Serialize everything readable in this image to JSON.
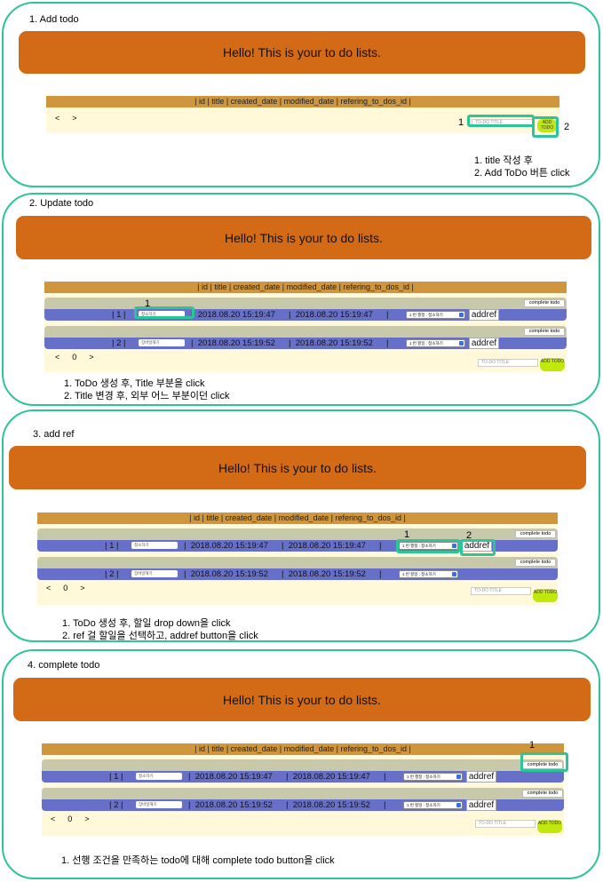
{
  "banner_text": "Hello! This is your to do lists.",
  "header_text": "| id | title | created_date | modified_date | refering_to_dos_id |",
  "nav": {
    "prev": "<",
    "next": ">"
  },
  "page_number": "0",
  "todo_placeholder": "TO-DO TITLE",
  "add_button": "ADD TODO",
  "complete_button": "complete todo",
  "addref_button": "addref",
  "markers": {
    "one": "1",
    "two": "2"
  },
  "step1": {
    "title": "1. Add todo",
    "notes": [
      "1. title 작성 후",
      "2. Add ToDo 버튼 click"
    ]
  },
  "step2": {
    "title": "2. Update todo",
    "notes": [
      "1. ToDo 생성 후, Title 부분을 click",
      "2. Title 변경 후, 외부 어느 부분이던 click"
    ]
  },
  "step3": {
    "title": "3. add ref",
    "notes": [
      "1. ToDo 생성 후, 할일 drop down을 click",
      "2. ref 걸 할일을 선택하고, addref  button을 click"
    ]
  },
  "step4": {
    "title": "4. complete todo",
    "notes": [
      "1. 선행 조건을 만족하는 todo에 대해 complete todo button을 click"
    ]
  },
  "rows": [
    {
      "id": "| 1 |",
      "title": "청소하기",
      "created": "2018.08.20 15:19:47",
      "modified": "2018.08.20 15:19:47",
      "select": "1 번 행정 : 청소하기"
    },
    {
      "id": "| 2 |",
      "title": "장바일해기",
      "created": "2018.08.20 15:19:52",
      "modified": "2018.08.20 15:19:52",
      "select": "1 번 할일 : 청소하기"
    }
  ],
  "colors": {
    "banner": "#d26a16",
    "frame": "#2ec49a",
    "header": "#cf963d",
    "row": "#6770c9",
    "add_button": "#c0e80e"
  }
}
